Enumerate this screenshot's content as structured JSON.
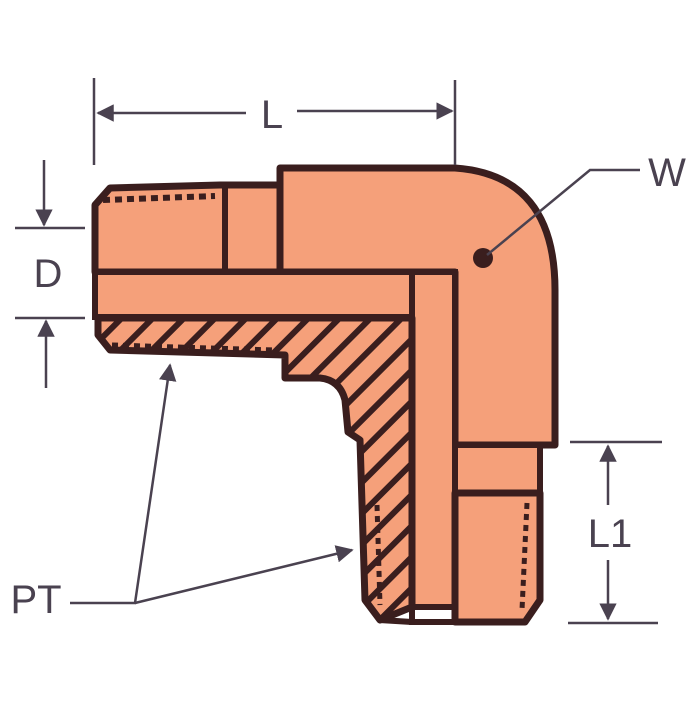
{
  "diagram": {
    "subject": "90-degree male elbow pipe fitting (cross-section)",
    "colors": {
      "body_fill": "#f5a07a",
      "outline": "#3a1e1e",
      "dimension_line": "#4a4250",
      "background": "#ffffff"
    },
    "labels": {
      "length": "L",
      "diameter": "D",
      "width": "W",
      "length_branch": "L1",
      "pipe_thread": "PT"
    }
  }
}
